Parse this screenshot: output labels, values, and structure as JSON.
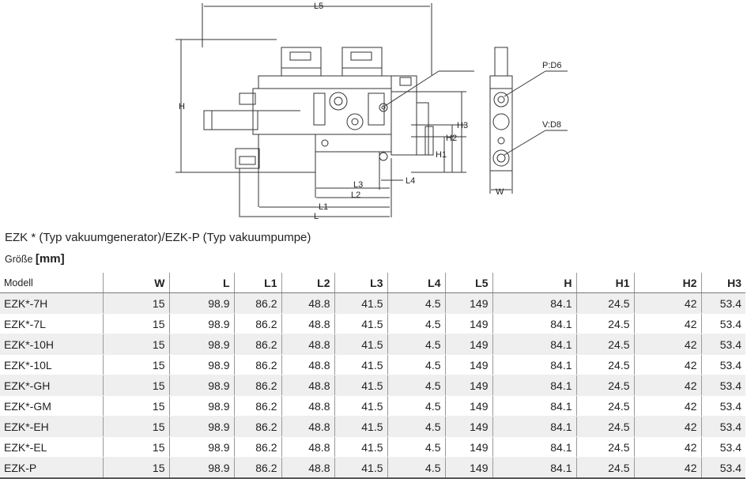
{
  "drawing": {
    "dim_labels": {
      "L5": "L5",
      "H": "H",
      "H3": "H3",
      "H2": "H2",
      "H1": "H1",
      "L3": "L3",
      "L2": "L2",
      "L1": "L1",
      "L": "L",
      "L4": "L4",
      "W": "W"
    },
    "port_labels": {
      "p": "P:D6",
      "v": "V:D8"
    }
  },
  "heading": {
    "title": "EZK * (Typ vakuumgenerator)/EZK-P (Typ vakuumpumpe)",
    "size_label": "Größe",
    "unit": "[mm]"
  },
  "table": {
    "columns": [
      "Modell",
      "W",
      "L",
      "L1",
      "L2",
      "L3",
      "L4",
      "L5",
      "H",
      "H1",
      "H2",
      "H3"
    ],
    "rows": [
      [
        "EZK*-7H",
        "15",
        "98.9",
        "86.2",
        "48.8",
        "41.5",
        "4.5",
        "149",
        "84.1",
        "24.5",
        "42",
        "53.4"
      ],
      [
        "EZK*-7L",
        "15",
        "98.9",
        "86.2",
        "48.8",
        "41.5",
        "4.5",
        "149",
        "84.1",
        "24.5",
        "42",
        "53.4"
      ],
      [
        "EZK*-10H",
        "15",
        "98.9",
        "86.2",
        "48.8",
        "41.5",
        "4.5",
        "149",
        "84.1",
        "24.5",
        "42",
        "53.4"
      ],
      [
        "EZK*-10L",
        "15",
        "98.9",
        "86.2",
        "48.8",
        "41.5",
        "4.5",
        "149",
        "84.1",
        "24.5",
        "42",
        "53.4"
      ],
      [
        "EZK*-GH",
        "15",
        "98.9",
        "86.2",
        "48.8",
        "41.5",
        "4.5",
        "149",
        "84.1",
        "24.5",
        "42",
        "53.4"
      ],
      [
        "EZK*-GM",
        "15",
        "98.9",
        "86.2",
        "48.8",
        "41.5",
        "4.5",
        "149",
        "84.1",
        "24.5",
        "42",
        "53.4"
      ],
      [
        "EZK*-EH",
        "15",
        "98.9",
        "86.2",
        "48.8",
        "41.5",
        "4.5",
        "149",
        "84.1",
        "24.5",
        "42",
        "53.4"
      ],
      [
        "EZK*-EL",
        "15",
        "98.9",
        "86.2",
        "48.8",
        "41.5",
        "4.5",
        "149",
        "84.1",
        "24.5",
        "42",
        "53.4"
      ],
      [
        "EZK-P",
        "15",
        "98.9",
        "86.2",
        "48.8",
        "41.5",
        "4.5",
        "149",
        "84.1",
        "24.5",
        "42",
        "53.4"
      ]
    ]
  }
}
